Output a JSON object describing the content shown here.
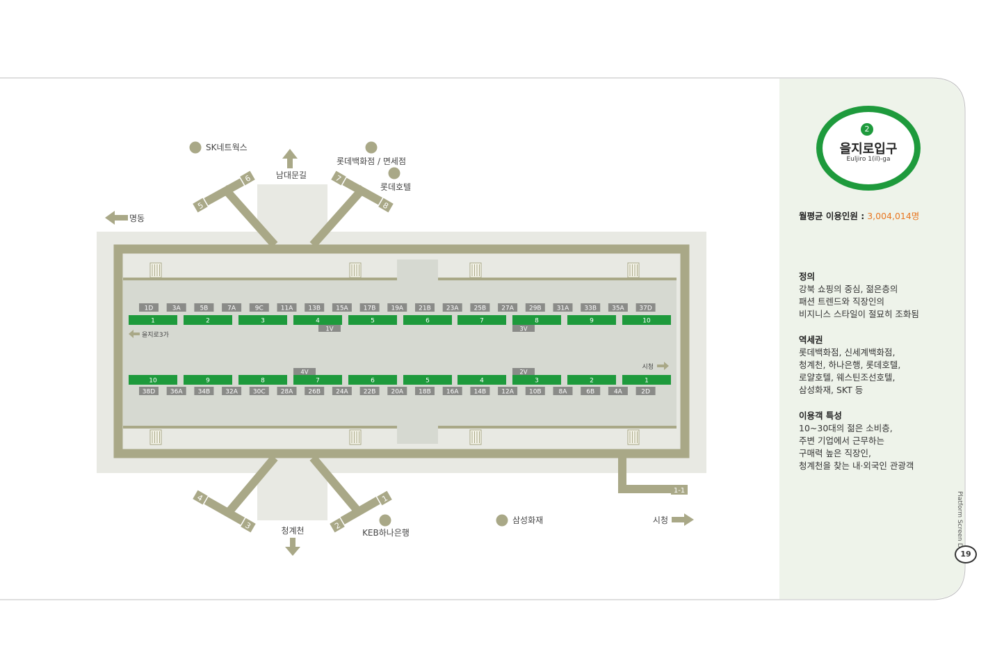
{
  "station": {
    "line_number": "2",
    "name_ko": "을지로입구",
    "name_en": "Euljiro 1(il)-ga",
    "line_color": "#1e9a3c"
  },
  "ridership": {
    "label": "월평균 이용인원 :",
    "value": "3,004,014명",
    "value_color": "#e87722"
  },
  "sections": [
    {
      "heading": "정의",
      "lines": [
        "강북 쇼핑의 중심, 젊은층의",
        "패션 트렌드와 직장인의",
        "비지니스 스타일이 절묘히 조화됨"
      ]
    },
    {
      "heading": "역세권",
      "lines": [
        "롯데백화점, 신세계백화점,",
        "청계천, 하나은행, 롯데호텔,",
        "로얄호텔, 웨스틴조선호텔,",
        "삼성화재, SKT 등"
      ]
    },
    {
      "heading": "이용객 특성",
      "lines": [
        "10~30대의 젊은 소비층,",
        "주변 기업에서 근무하는",
        "구매력 높은 직장인,",
        "청계천을 찾는 내·외국인 관광객"
      ]
    }
  ],
  "side_label": "Platform Screen Door",
  "page_number": "19",
  "map": {
    "colors": {
      "structure": "#a9a887",
      "concourse": "#e8e9e3",
      "platform": "#d6d9d1",
      "psd_green": "#1e9a3c",
      "code_gray": "#8a8b88"
    },
    "exits": [
      "1",
      "2",
      "3",
      "4",
      "5",
      "6",
      "7",
      "8",
      "1-1"
    ],
    "landmarks": {
      "sk": "SK네트웍스",
      "namdaemun": "남대문길",
      "lotte_dept": "롯데백화점 / 면세점",
      "lotte_hotel": "롯데호텔",
      "myeongdong": "명동",
      "cheonggye": "청계천",
      "keb": "KEB하나은행",
      "samsung": "삼성화재",
      "cityhall_bottom": "시청"
    },
    "track_labels": {
      "euljiro3": "을지로3가",
      "cityhall": "시청"
    },
    "top_codes": [
      "1D",
      "3A",
      "5B",
      "7A",
      "9C",
      "11A",
      "13B",
      "15A",
      "17B",
      "19A",
      "21B",
      "23A",
      "25B",
      "27A",
      "29B",
      "31A",
      "33B",
      "35A",
      "37D"
    ],
    "top_doors": [
      "1",
      "2",
      "3",
      "4",
      "5",
      "6",
      "7",
      "8",
      "9",
      "10"
    ],
    "top_vents": [
      "1V",
      "3V"
    ],
    "bottom_doors": [
      "10",
      "9",
      "8",
      "7",
      "6",
      "5",
      "4",
      "3",
      "2",
      "1"
    ],
    "bottom_codes": [
      "38D",
      "36A",
      "34B",
      "32A",
      "30C",
      "28A",
      "26B",
      "24A",
      "22B",
      "20A",
      "18B",
      "16A",
      "14B",
      "12A",
      "10B",
      "8A",
      "6B",
      "4A",
      "2D"
    ],
    "bottom_vents": [
      "4V",
      "2V"
    ]
  }
}
